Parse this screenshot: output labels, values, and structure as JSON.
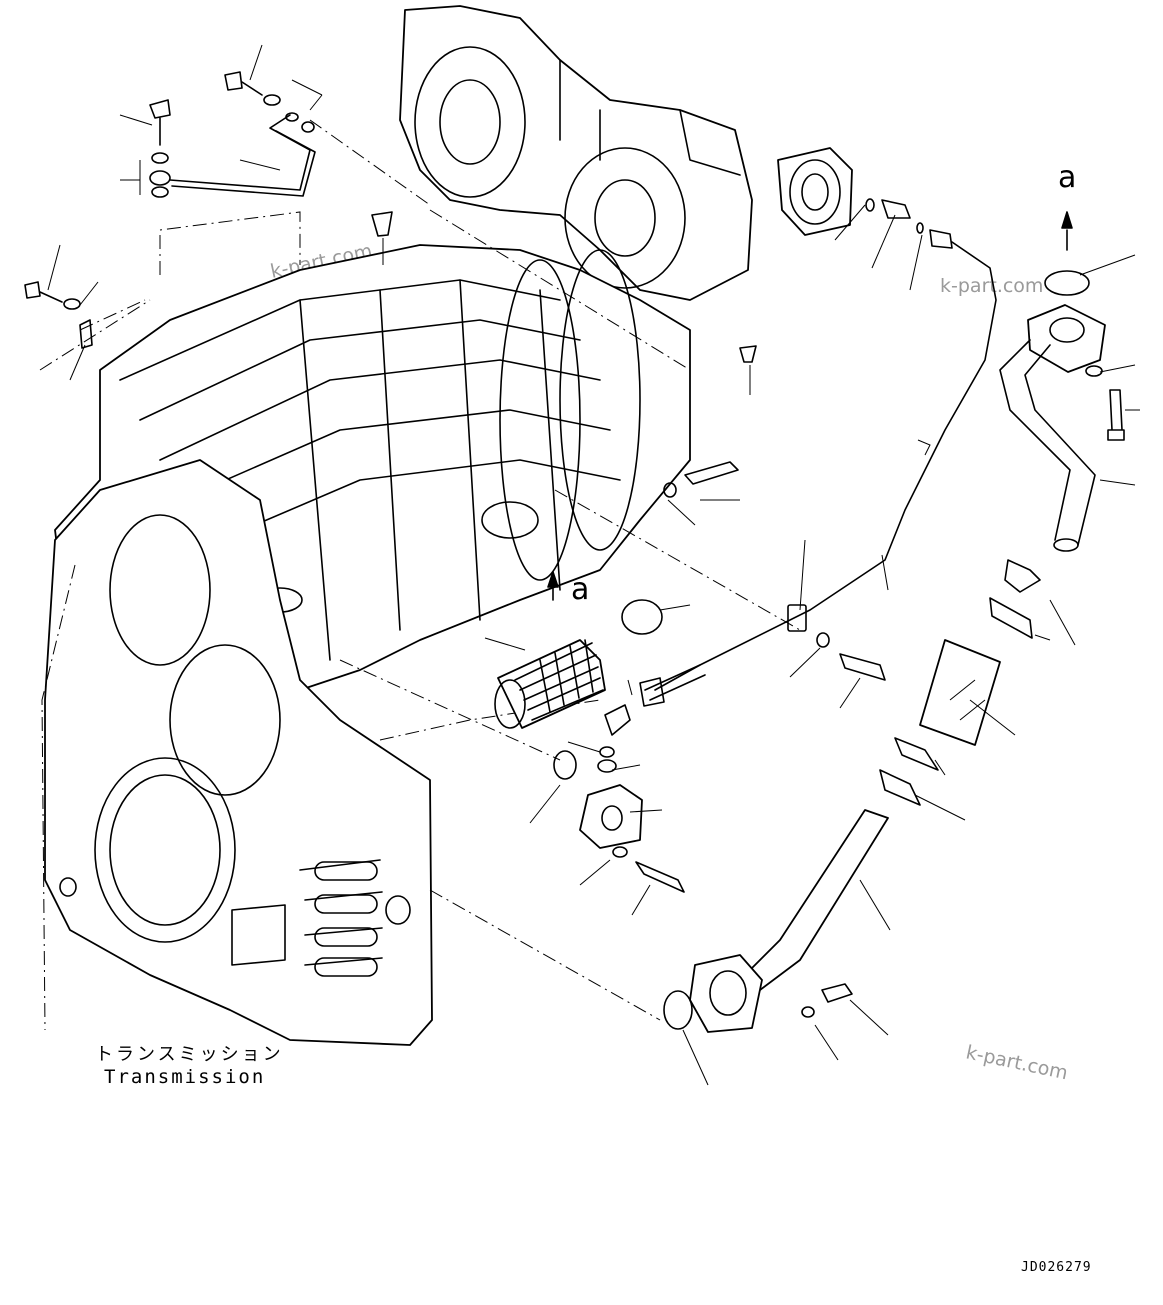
{
  "caption": {
    "japanese": "トランスミッション",
    "english": "Transmission"
  },
  "drawing_id": "JD026279",
  "view_reference": "a",
  "watermark": "k-part.com",
  "colors": {
    "line": "#000000",
    "background": "#ffffff",
    "watermark": "#9a9a9a"
  }
}
